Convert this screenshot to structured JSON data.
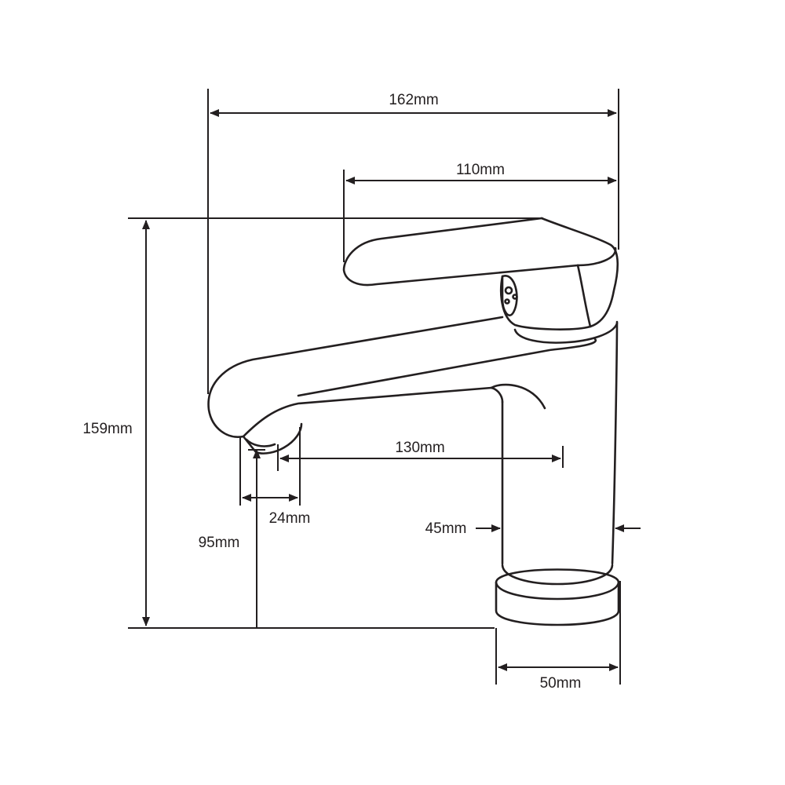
{
  "dimensions": {
    "overall_length": "162mm",
    "lever_length": "110mm",
    "overall_height": "159mm",
    "spout_reach": "130mm",
    "spout_outlet": "24mm",
    "spout_height": "95mm",
    "body_diameter": "45mm",
    "base_diameter": "50mm"
  },
  "colors": {
    "line": "#231f20",
    "background": "#ffffff"
  }
}
